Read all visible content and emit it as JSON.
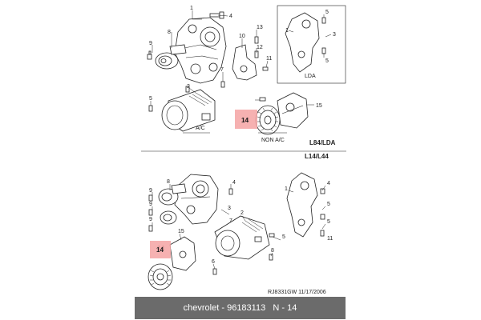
{
  "diagram": {
    "highlight_color": "#f4a3a3",
    "callouts_top": [
      "1",
      "4",
      "8",
      "9",
      "10",
      "13",
      "12",
      "11",
      "7",
      "5",
      "2",
      "15",
      "14",
      "1",
      "5",
      "3",
      "5"
    ],
    "callouts_bottom": [
      "9",
      "8",
      "4",
      "9",
      "9",
      "3",
      "2",
      "7",
      "15",
      "14",
      "5",
      "6",
      "8",
      "1",
      "4",
      "5",
      "5",
      "11"
    ],
    "labels": {
      "ac": "A/C",
      "non_ac": "NON A/C",
      "lda": "LDA",
      "l84": "L84/LDA",
      "l14": "L14/L44",
      "ref": "RJ8331GW  11/17/2006"
    }
  },
  "footer": {
    "brand": "chevrolet",
    "sep1": " - ",
    "part_number": "96183113",
    "sep2": "   ",
    "ref_label": "N - 14"
  }
}
